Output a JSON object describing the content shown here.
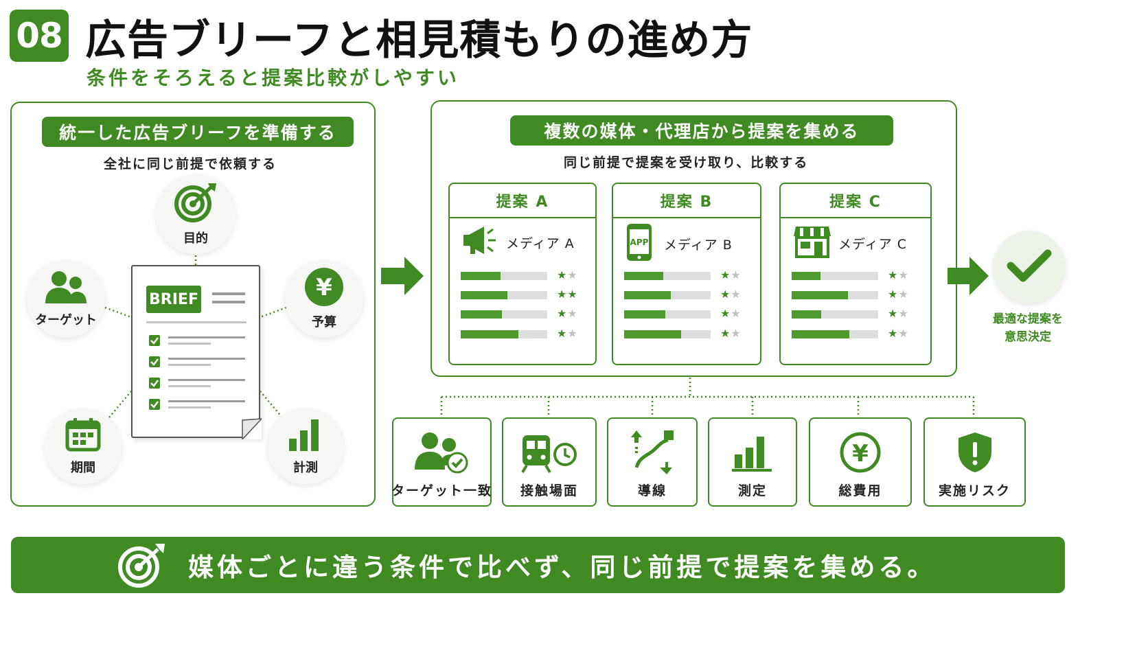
{
  "header": {
    "number": "08",
    "title": "広告ブリーフと相見積もりの進め方",
    "subtitle": "条件をそろえると提案比較がしやすい"
  },
  "left_panel": {
    "heading": "統一した広告ブリーフを準備する",
    "caption": "全社に同じ前提で依頼する",
    "document_badge": "BRIEF",
    "checklist_items": 4,
    "elements": [
      {
        "label": "目的",
        "icon": "target-icon"
      },
      {
        "label": "ターゲット",
        "icon": "people-icon"
      },
      {
        "label": "予算",
        "icon": "yen-icon"
      },
      {
        "label": "期間",
        "icon": "calendar-icon"
      },
      {
        "label": "計測",
        "icon": "bar-chart-icon"
      }
    ]
  },
  "right_panel": {
    "heading": "複数の媒体・代理店から提案を集める",
    "caption": "同じ前提で提案を受け取り、比較する",
    "proposals": [
      {
        "title": "提案 A",
        "media": "メディア A",
        "icon": "megaphone-icon",
        "bars": [
          0.46,
          0.54,
          0.48,
          0.67
        ],
        "stars": [
          1,
          2,
          1,
          1
        ]
      },
      {
        "title": "提案 B",
        "media": "メディア B",
        "icon": "app-phone-icon",
        "bars": [
          0.45,
          0.54,
          0.48,
          0.66
        ],
        "stars": [
          1,
          1,
          1,
          1
        ]
      },
      {
        "title": "提案 C",
        "media": "メディア C",
        "icon": "shop-icon",
        "bars": [
          0.33,
          0.65,
          0.34,
          0.67
        ],
        "stars": [
          1,
          1,
          1,
          1
        ]
      }
    ],
    "app_icon_text": "APP"
  },
  "decision": {
    "label_line1": "最適な提案を",
    "label_line2": "意思決定"
  },
  "criteria": [
    {
      "label": "ターゲット一致",
      "icon": "people-check-icon"
    },
    {
      "label": "接触場面",
      "icon": "train-clock-icon"
    },
    {
      "label": "導線",
      "icon": "route-icon"
    },
    {
      "label": "測定",
      "icon": "bar-chart-icon"
    },
    {
      "label": "総費用",
      "icon": "yen-icon"
    },
    {
      "label": "実施リスク",
      "icon": "shield-alert-icon"
    }
  ],
  "footer": {
    "message": "媒体ごとに違う条件で比べず、同じ前提で提案を集める。",
    "icon": "target-icon"
  },
  "colors": {
    "accent": "#3f8a22",
    "bar_fill": "#4f9a2e",
    "bar_bg": "#dedede",
    "star_off": "#bfbfbf"
  }
}
